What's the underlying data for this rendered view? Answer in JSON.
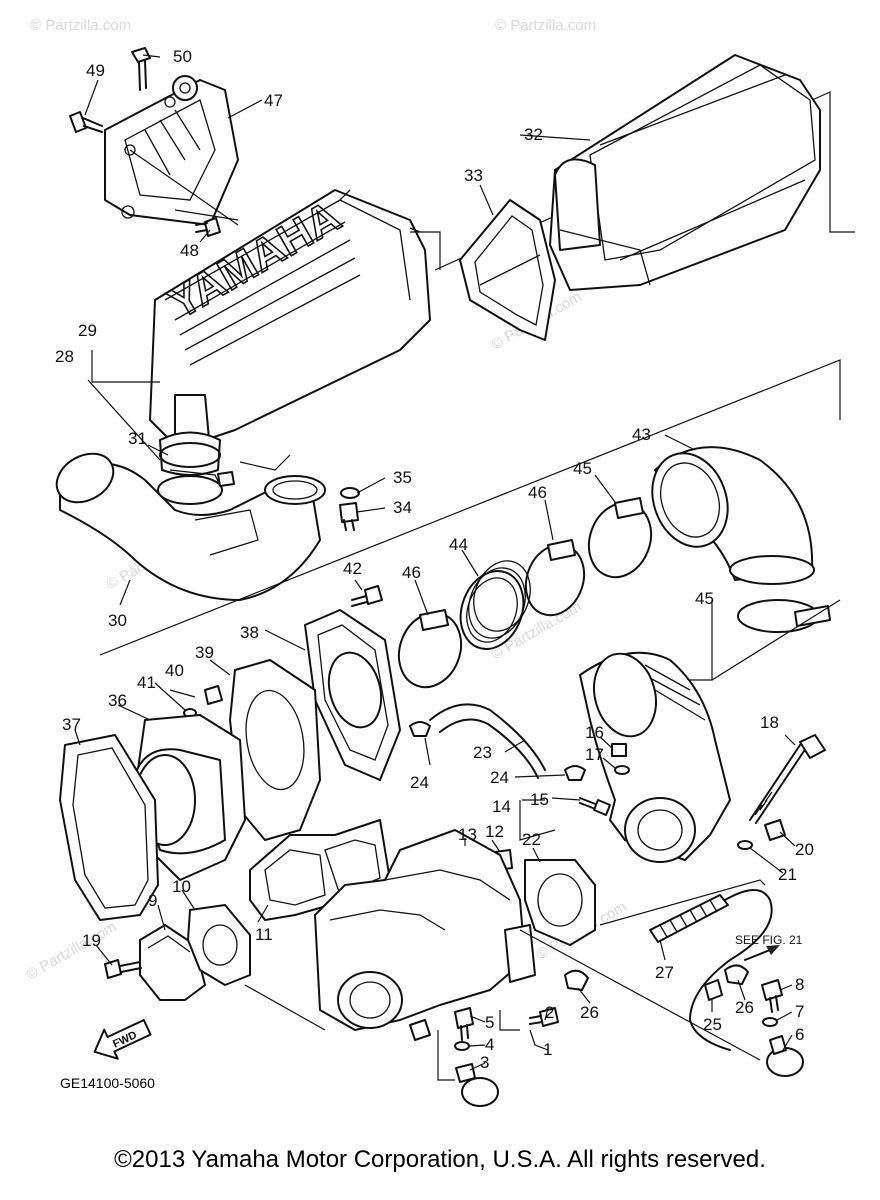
{
  "watermark": "Partzilla.com",
  "watermark_corner": "© Partzilla.com",
  "brand_on_part": "YAMAHA",
  "see_fig": "SEE FIG. 21",
  "fwd_label": "FWD",
  "diagram_code": "GE14100-5060",
  "copyright": "©2013 Yamaha Motor Corporation, U.S.A. All rights reserved.",
  "callouts": {
    "p1": "1",
    "p2": "2",
    "p3": "3",
    "p4": "4",
    "p5": "5",
    "p6": "6",
    "p7": "7",
    "p8": "8",
    "p9": "9",
    "p10": "10",
    "p11": "11",
    "p12": "12",
    "p13": "13",
    "p14": "14",
    "p15": "15",
    "p16": "16",
    "p17": "17",
    "p18": "18",
    "p19": "19",
    "p20": "20",
    "p21": "21",
    "p22": "22",
    "p23": "23",
    "p24a": "24",
    "p24b": "24",
    "p25": "25",
    "p26a": "26",
    "p26b": "26",
    "p27": "27",
    "p28": "28",
    "p29": "29",
    "p30": "30",
    "p31": "31",
    "p32": "32",
    "p33": "33",
    "p34": "34",
    "p35": "35",
    "p36": "36",
    "p37": "37",
    "p38": "38",
    "p39": "39",
    "p40": "40",
    "p41": "41",
    "p42": "42",
    "p43": "43",
    "p44": "44",
    "p45a": "45",
    "p45b": "45",
    "p46a": "46",
    "p46b": "46",
    "p47": "47",
    "p48": "48",
    "p49": "49",
    "p50": "50"
  }
}
